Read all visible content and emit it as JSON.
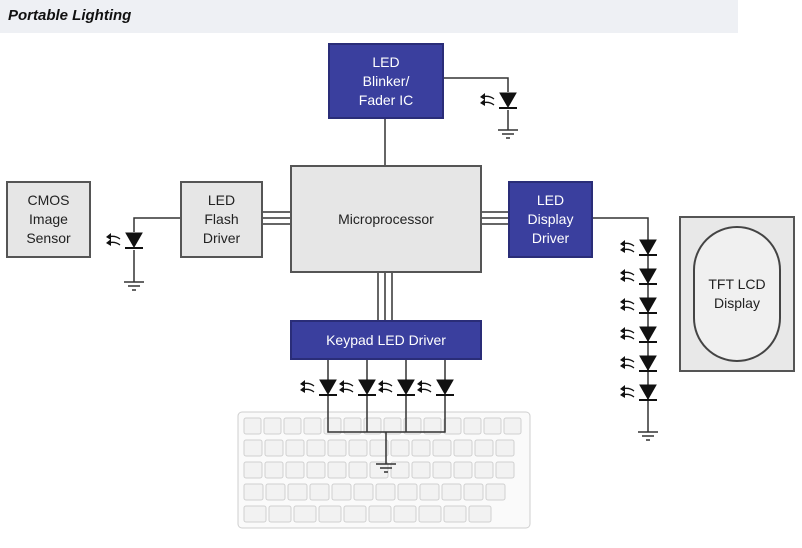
{
  "header": {
    "title": "Portable Lighting"
  },
  "blocks": {
    "led_blinker": {
      "label": "LED\nBlinker/\nFader IC",
      "color": "#3a3f9e"
    },
    "cmos_sensor": {
      "label": "CMOS\nImage\nSensor"
    },
    "led_flash_driver": {
      "label": "LED\nFlash\nDriver"
    },
    "microprocessor": {
      "label": "Microprocessor"
    },
    "led_display_driver": {
      "label": "LED\nDisplay\nDriver",
      "color": "#3a3f9e"
    },
    "keypad_led_driver": {
      "label": "Keypad LED Driver",
      "color": "#3a3f9e"
    },
    "tft_lcd": {
      "label": "TFT LCD\nDisplay"
    }
  }
}
